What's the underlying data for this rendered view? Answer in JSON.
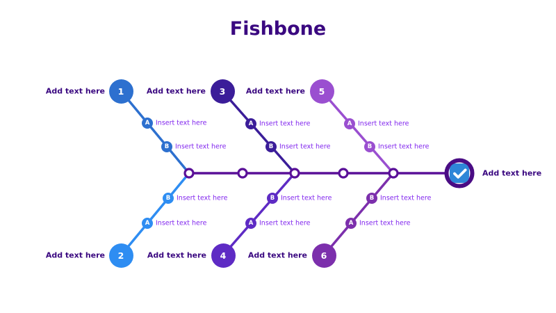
{
  "title": "Fishbone",
  "colors": {
    "title_text": "#3a0880",
    "branch_label_text": "#3a0880",
    "insert_label_text": "#8227ee",
    "spine": "#5a1098",
    "node_fill": "#ffffff",
    "head_ring": "#4a0c84",
    "head_check_bg": "#2e86d8",
    "head_check_mark": "#ffffff",
    "branch1": "#2d70cf",
    "branch2": "#2e8df2",
    "branch3": "#3b1d99",
    "branch4": "#5e2bc4",
    "branch5": "#9a4fd0",
    "branch6": "#7c2fac"
  },
  "head": {
    "label": "Add text here",
    "icon": "check-icon"
  },
  "branches": [
    {
      "number": "1",
      "label": "Add text here",
      "color": "#2d70cf",
      "items": [
        {
          "letter": "A",
          "text": "Insert text here"
        },
        {
          "letter": "B",
          "text": "Insert text here"
        }
      ]
    },
    {
      "number": "2",
      "label": "Add text here",
      "color": "#2e8df2",
      "items": [
        {
          "letter": "A",
          "text": "Insert text here"
        },
        {
          "letter": "B",
          "text": "Insert text here"
        }
      ]
    },
    {
      "number": "3",
      "label": "Add text here",
      "color": "#3b1d99",
      "items": [
        {
          "letter": "A",
          "text": "Insert text here"
        },
        {
          "letter": "B",
          "text": "Insert text here"
        }
      ]
    },
    {
      "number": "4",
      "label": "Add text here",
      "color": "#5e2bc4",
      "items": [
        {
          "letter": "A",
          "text": "Insert text here"
        },
        {
          "letter": "B",
          "text": "Insert text here"
        }
      ]
    },
    {
      "number": "5",
      "label": "Add text here",
      "color": "#9a4fd0",
      "items": [
        {
          "letter": "A",
          "text": "Insert text here"
        },
        {
          "letter": "B",
          "text": "Insert text here"
        }
      ]
    },
    {
      "number": "6",
      "label": "Add text here",
      "color": "#7c2fac",
      "items": [
        {
          "letter": "A",
          "text": "Insert text here"
        },
        {
          "letter": "B",
          "text": "Insert text here"
        }
      ]
    }
  ]
}
